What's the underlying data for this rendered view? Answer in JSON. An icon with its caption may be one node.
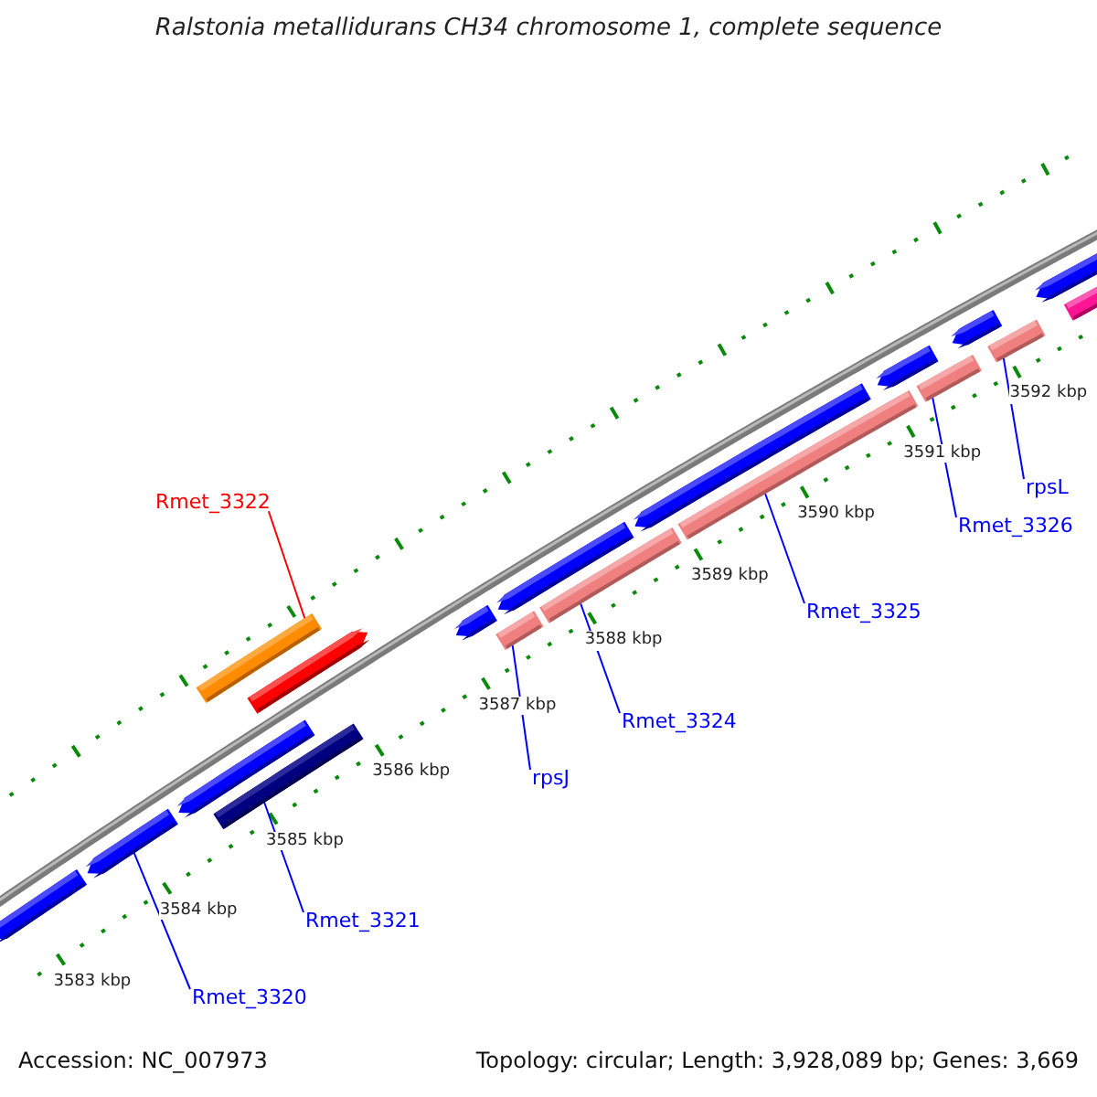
{
  "diagram": {
    "title": "Ralstonia metallidurans CH34 chromosome 1, complete sequence",
    "nodes": [
      {
        "text": [
          "Rmet_3322"
        ]
      },
      {
        "text": [
          "Rmet_3320"
        ]
      },
      {
        "text": [
          "Rmet_3321"
        ]
      },
      {
        "text": [
          "rpsJ"
        ]
      },
      {
        "text": [
          "Rmet_3324"
        ]
      },
      {
        "text": [
          "Rmet_3325"
        ]
      },
      {
        "text": [
          "Rmet_3326"
        ]
      },
      {
        "text": [
          "rpsL"
        ]
      },
      {
        "text": [],
        "shape": "bar"
      },
      {
        "text": [],
        "shape": "arrow"
      },
      {
        "text": [],
        "shape": "arrow"
      },
      {
        "text": [],
        "shape": "arrow"
      },
      {
        "text": [],
        "shape": "arrow"
      },
      {
        "text": [],
        "shape": "arrow"
      },
      {
        "text": [],
        "shape": "arrow"
      },
      {
        "text": [],
        "shape": "arrow"
      },
      {
        "text": [],
        "shape": "arrow"
      },
      {
        "text": [],
        "shape": "arrow"
      },
      {
        "text": [],
        "shape": "arrow"
      },
      {
        "text": [],
        "shape": "bar"
      },
      {
        "text": [],
        "shape": "bar"
      },
      {
        "text": [],
        "shape": "bar"
      },
      {
        "text": [],
        "shape": "bar"
      },
      {
        "text": [],
        "shape": "bar"
      },
      {
        "text": [],
        "shape": "bar"
      },
      {
        "text": [],
        "shape": "bar"
      }
    ],
    "edges": [
      {
        "from": 0,
        "to": 8,
        "arrow": "none",
        "color": "#ff0000"
      },
      {
        "from": 1,
        "to": 11,
        "arrow": "none"
      },
      {
        "from": 2,
        "to": 19,
        "arrow": "none"
      },
      {
        "from": 3,
        "to": 20,
        "arrow": "none"
      },
      {
        "from": 4,
        "to": 21,
        "arrow": "none"
      },
      {
        "from": 5,
        "to": 22,
        "arrow": "none"
      },
      {
        "from": 6,
        "to": 23,
        "arrow": "none"
      },
      {
        "from": 7,
        "to": 24,
        "arrow": "none"
      }
    ],
    "labels": [
      "3592 kbp",
      "3591 kbp",
      "3590 kbp",
      "3589 kbp",
      "3588 kbp",
      "3587 kbp",
      "3586 kbp",
      "3585 kbp",
      "3584 kbp",
      "3583 kbp",
      "Accession: NC_007973",
      "Topology: circular; Length: 3,928,089 bp; Genes: 3,669"
    ]
  }
}
